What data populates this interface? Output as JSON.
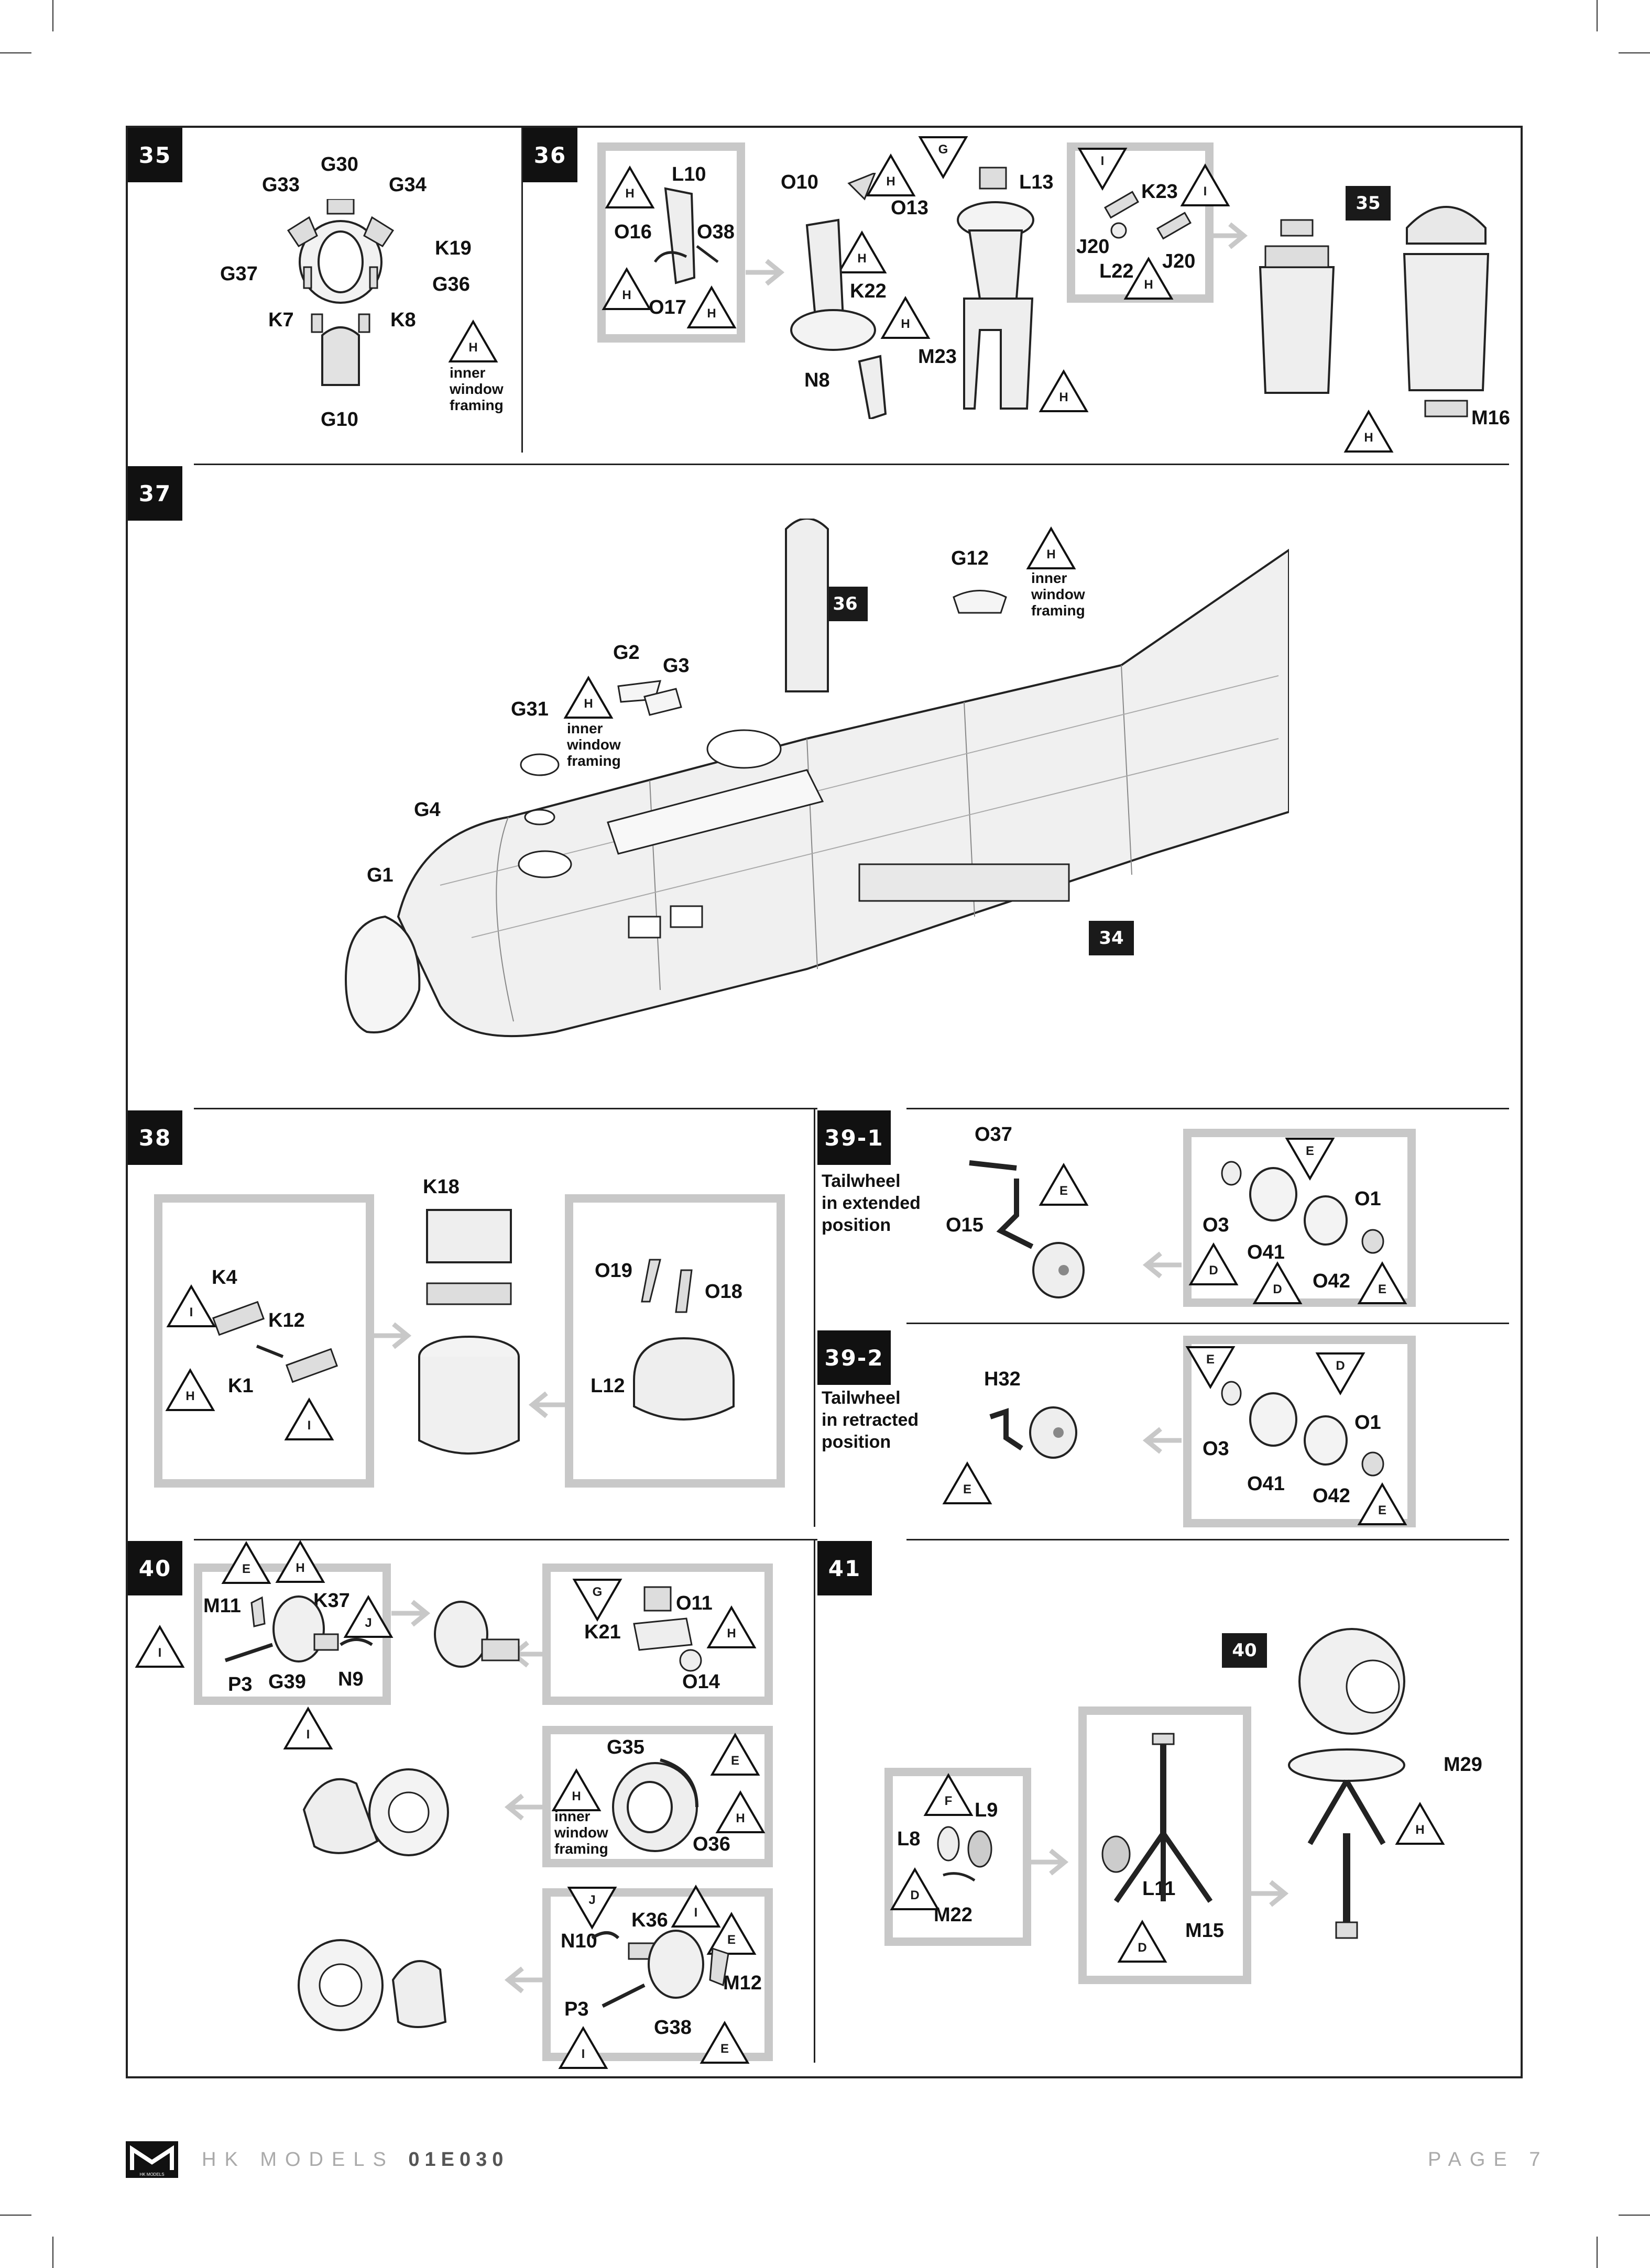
{
  "footer": {
    "brand": "HK MODELS",
    "code": "01E030",
    "page": "PAGE 7",
    "logo_text": "HK MODELS"
  },
  "steps": {
    "s35": {
      "badge": "35",
      "labels": [
        "G30",
        "G33",
        "G34",
        "K19",
        "G37",
        "G36",
        "K7",
        "K8",
        "G10"
      ],
      "note": [
        "inner",
        "window",
        "framing"
      ],
      "marker": "H"
    },
    "s36": {
      "badge": "36",
      "labels": [
        "L10",
        "O16",
        "O38",
        "O17",
        "O10",
        "O13",
        "K22",
        "N8",
        "L13",
        "M23",
        "K23",
        "J20",
        "L22",
        "J20",
        "M16"
      ],
      "markers": [
        "H",
        "H",
        "H",
        "H",
        "H",
        "G",
        "H",
        "H",
        "I",
        "I",
        "H",
        "H"
      ],
      "ref": "35"
    },
    "s37": {
      "badge": "37",
      "labels": [
        "G12",
        "G2",
        "G3",
        "G31",
        "G4",
        "G1"
      ],
      "notes": [
        [
          "inner",
          "window",
          "framing"
        ],
        [
          "inner",
          "window",
          "framing"
        ]
      ],
      "markers": [
        "H",
        "H"
      ],
      "refs": [
        "36",
        "34"
      ]
    },
    "s38": {
      "badge": "38",
      "labels": [
        "K18",
        "K4",
        "K12",
        "K1",
        "O19",
        "O18",
        "L12"
      ],
      "markers": [
        "I",
        "H",
        "I"
      ]
    },
    "s39_1": {
      "badge": "39-1",
      "text": [
        "Tailwheel",
        "in extended",
        "position"
      ],
      "labels": [
        "O37",
        "O15",
        "O1",
        "O3",
        "O41",
        "O42"
      ],
      "markers": [
        "E",
        "E",
        "D",
        "D",
        "E"
      ]
    },
    "s39_2": {
      "badge": "39-2",
      "text": [
        "Tailwheel",
        "in retracted",
        "position"
      ],
      "labels": [
        "H32",
        "O1",
        "O3",
        "O41",
        "O42"
      ],
      "markers": [
        "E",
        "E",
        "D",
        "E"
      ]
    },
    "s40": {
      "badge": "40",
      "labels": [
        "M11",
        "K37",
        "P3",
        "G39",
        "N9",
        "O11",
        "K21",
        "O14",
        "G35",
        "O36",
        "K36",
        "N10",
        "M12",
        "P3",
        "G38"
      ],
      "note": [
        "inner",
        "window",
        "framing"
      ],
      "markers": [
        "E",
        "H",
        "J",
        "I",
        "I",
        "G",
        "H",
        "E",
        "H",
        "H",
        "J",
        "I",
        "E",
        "I",
        "E"
      ]
    },
    "s41": {
      "badge": "41",
      "labels": [
        "L9",
        "L8",
        "M22",
        "L11",
        "M15",
        "M29"
      ],
      "markers": [
        "F",
        "D",
        "D",
        "H"
      ],
      "ref": "40"
    }
  }
}
